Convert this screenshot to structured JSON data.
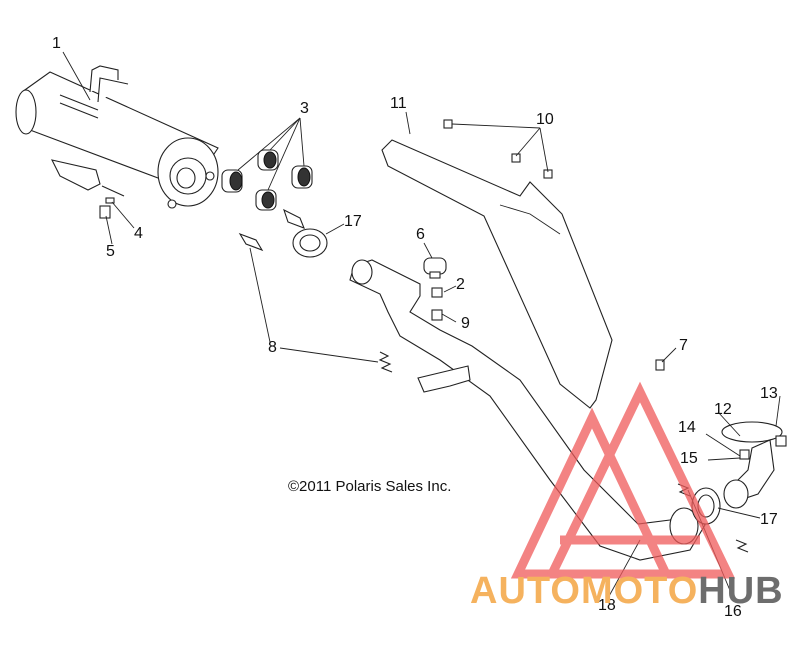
{
  "colors": {
    "brand_orange": "#f5b25e",
    "brand_gray": "#6d6d6d",
    "logo_red": "#f05a5a"
  },
  "copyright": "©2011 Polaris Sales Inc.",
  "watermark": {
    "brand_part_1": "AUTOMOTO",
    "brand_part_2": "HUB"
  },
  "callouts": {
    "c1": "1",
    "c2": "2",
    "c3": "3",
    "c4": "4",
    "c5": "5",
    "c6": "6",
    "c7": "7",
    "c8": "8",
    "c9": "9",
    "c10": "10",
    "c11": "11",
    "c12": "12",
    "c13": "13",
    "c14": "14",
    "c15": "15",
    "c16": "16",
    "c17a": "17",
    "c17b": "17",
    "c18": "18"
  }
}
